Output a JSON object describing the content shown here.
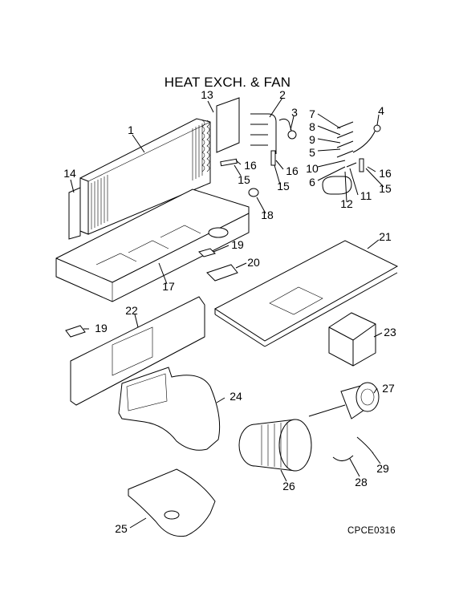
{
  "title": "HEAT EXCH. & FAN",
  "drawing_code": "CPCE0316",
  "callouts": [
    {
      "id": "c1",
      "text": "1"
    },
    {
      "id": "c2",
      "text": "2"
    },
    {
      "id": "c3",
      "text": "3"
    },
    {
      "id": "c4",
      "text": "4"
    },
    {
      "id": "c5",
      "text": "5"
    },
    {
      "id": "c6",
      "text": "6"
    },
    {
      "id": "c7",
      "text": "7"
    },
    {
      "id": "c8",
      "text": "8"
    },
    {
      "id": "c9",
      "text": "9"
    },
    {
      "id": "c10",
      "text": "10"
    },
    {
      "id": "c11",
      "text": "11"
    },
    {
      "id": "c12",
      "text": "12"
    },
    {
      "id": "c13",
      "text": "13"
    },
    {
      "id": "c14",
      "text": "14"
    },
    {
      "id": "c15a",
      "text": "15"
    },
    {
      "id": "c15b",
      "text": "15"
    },
    {
      "id": "c15c",
      "text": "15"
    },
    {
      "id": "c16a",
      "text": "16"
    },
    {
      "id": "c16b",
      "text": "16"
    },
    {
      "id": "c16c",
      "text": "16"
    },
    {
      "id": "c17",
      "text": "17"
    },
    {
      "id": "c18",
      "text": "18"
    },
    {
      "id": "c19a",
      "text": "19"
    },
    {
      "id": "c19b",
      "text": "19"
    },
    {
      "id": "c20",
      "text": "20"
    },
    {
      "id": "c21",
      "text": "21"
    },
    {
      "id": "c22",
      "text": "22"
    },
    {
      "id": "c23",
      "text": "23"
    },
    {
      "id": "c24",
      "text": "24"
    },
    {
      "id": "c25",
      "text": "25"
    },
    {
      "id": "c26",
      "text": "26"
    },
    {
      "id": "c27",
      "text": "27"
    },
    {
      "id": "c28",
      "text": "28"
    },
    {
      "id": "c29",
      "text": "29"
    }
  ]
}
